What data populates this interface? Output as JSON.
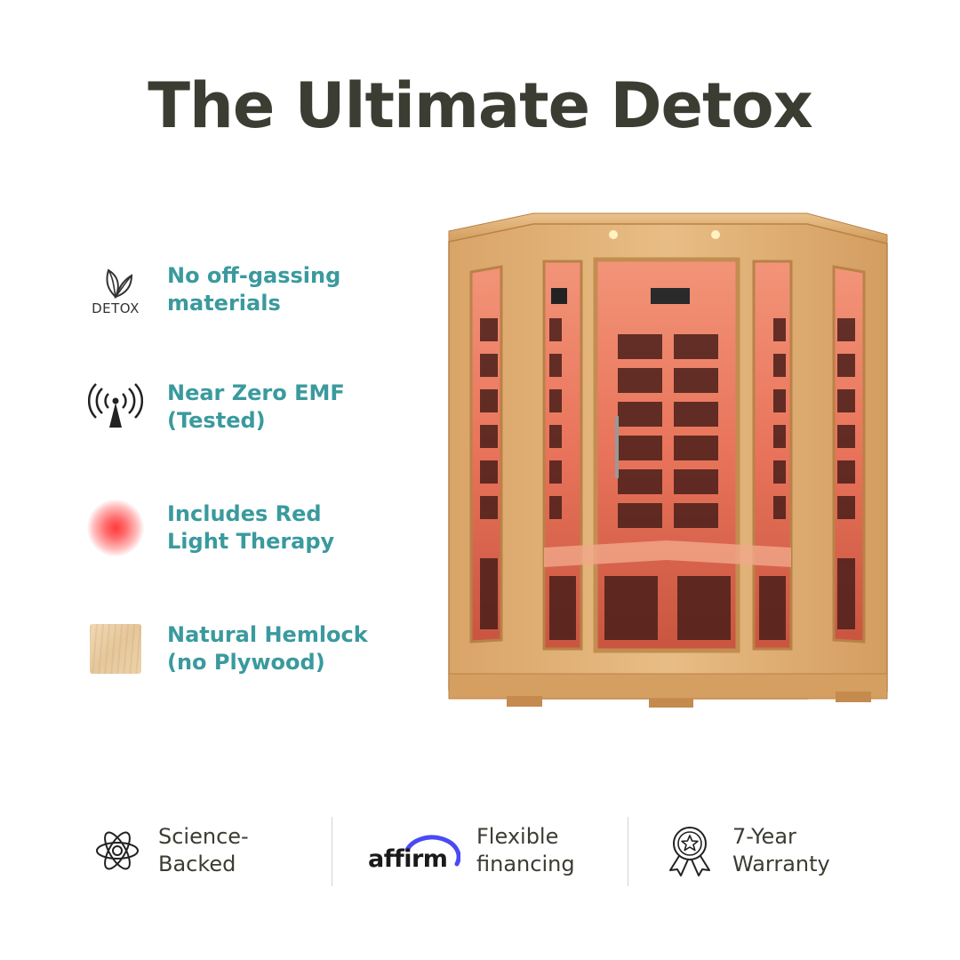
{
  "title": "The Ultimate Detox",
  "features": [
    {
      "icon": "leaf-detox-icon",
      "icon_text": "DETOX",
      "label": "No off-gassing\nmaterials"
    },
    {
      "icon": "antenna-signal-icon",
      "label": "Near Zero EMF\n(Tested)"
    },
    {
      "icon": "red-light-icon",
      "label": "Includes Red\nLight Therapy"
    },
    {
      "icon": "wood-swatch-icon",
      "label": "Natural Hemlock\n(no Plywood)"
    }
  ],
  "badges": [
    {
      "icon": "atom-icon",
      "label": "Science-\nBacked"
    },
    {
      "icon": "affirm-logo",
      "logo_text": "affirm",
      "label": "Flexible\nfinancing"
    },
    {
      "icon": "award-ribbon-icon",
      "label": "7-Year\nWarranty"
    }
  ],
  "colors": {
    "title": "#3b3d33",
    "feature_text": "#3a9a9e",
    "badge_text": "#3b3d33",
    "affirm_arc": "#4a4af4",
    "wood": "#e6c08a",
    "red_light": "#ff3b3b"
  }
}
